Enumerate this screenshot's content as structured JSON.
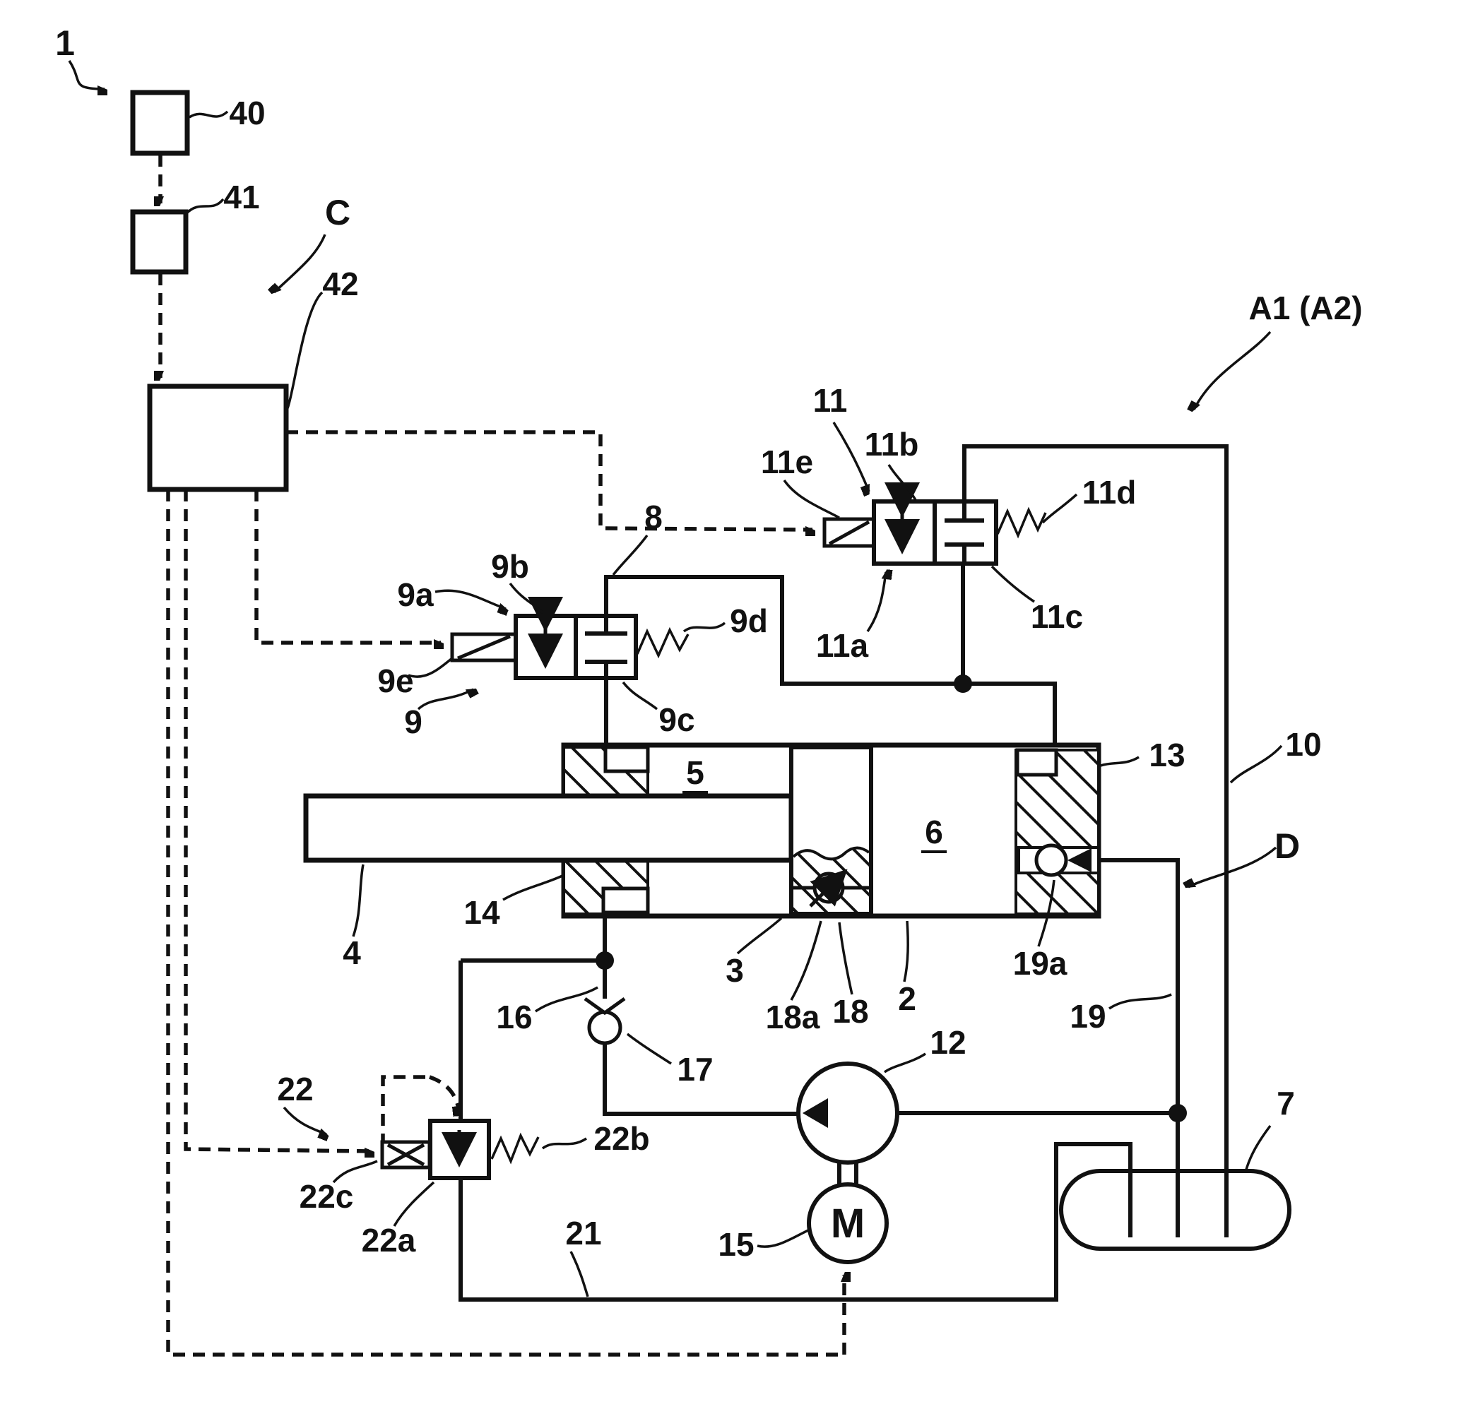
{
  "figure": {
    "kind": "patent hydraulic circuit diagram",
    "background": "#ffffff",
    "line_color": "#111111"
  },
  "labels": {
    "n1": "1",
    "n40": "40",
    "n41": "41",
    "n42": "42",
    "nC": "C",
    "nA1": "A1 (A2)",
    "n8": "8",
    "n9": "9",
    "n9a": "9a",
    "n9b": "9b",
    "n9c": "9c",
    "n9d": "9d",
    "n9e": "9e",
    "n11": "11",
    "n11a": "11a",
    "n11b": "11b",
    "n11c": "11c",
    "n11d": "11d",
    "n11e": "11e",
    "n5": "5",
    "n6": "6",
    "n13": "13",
    "n10": "10",
    "nD": "D",
    "n14": "14",
    "n4": "4",
    "n3": "3",
    "n18a": "18a",
    "n18": "18",
    "n2": "2",
    "n19a": "19a",
    "n16": "16",
    "n17": "17",
    "n19": "19",
    "n12": "12",
    "n7": "7",
    "n22": "22",
    "n22a": "22a",
    "n22b": "22b",
    "n22c": "22c",
    "n21": "21",
    "n15": "15",
    "nM": "M"
  }
}
